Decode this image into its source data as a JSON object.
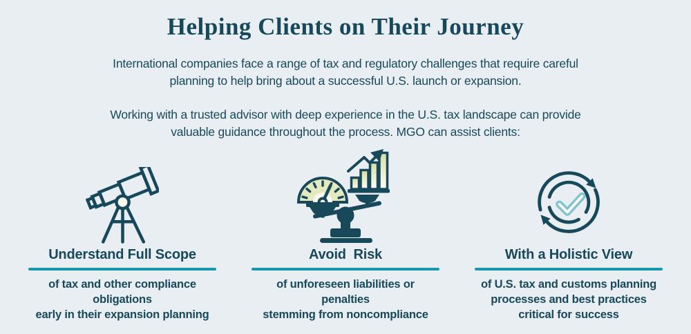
{
  "title": "Helping Clients on Their Journey",
  "intro": {
    "p1": "International companies face a range of tax and regulatory challenges that require careful\nplanning to help bring about a successful U.S. launch or expansion.",
    "p2": "Working with a trusted advisor with deep experience in the U.S. tax landscape can provide\nvaluable guidance throughout the process. MGO can assist clients:"
  },
  "columns": [
    {
      "icon": "telescope-icon",
      "heading": "Understand Full Scope",
      "description": "of tax and other compliance obligations\nearly in their expansion planning"
    },
    {
      "icon": "balance-scale-icon",
      "heading": "Avoid  Risk",
      "description": "of unforeseen liabilities or penalties\nstemming from noncompliance"
    },
    {
      "icon": "cycle-checkmark-icon",
      "heading": "With a Holistic View",
      "description": "of U.S. tax and customs planning\nprocesses and best practices\ncritical for success"
    }
  ],
  "colors": {
    "background": "#E9EEF2",
    "dark_teal": "#17495B",
    "divider_teal": "#1897A9",
    "checkmark_teal": "#7EC3CE",
    "khaki_fill": "#E5E9C0"
  }
}
